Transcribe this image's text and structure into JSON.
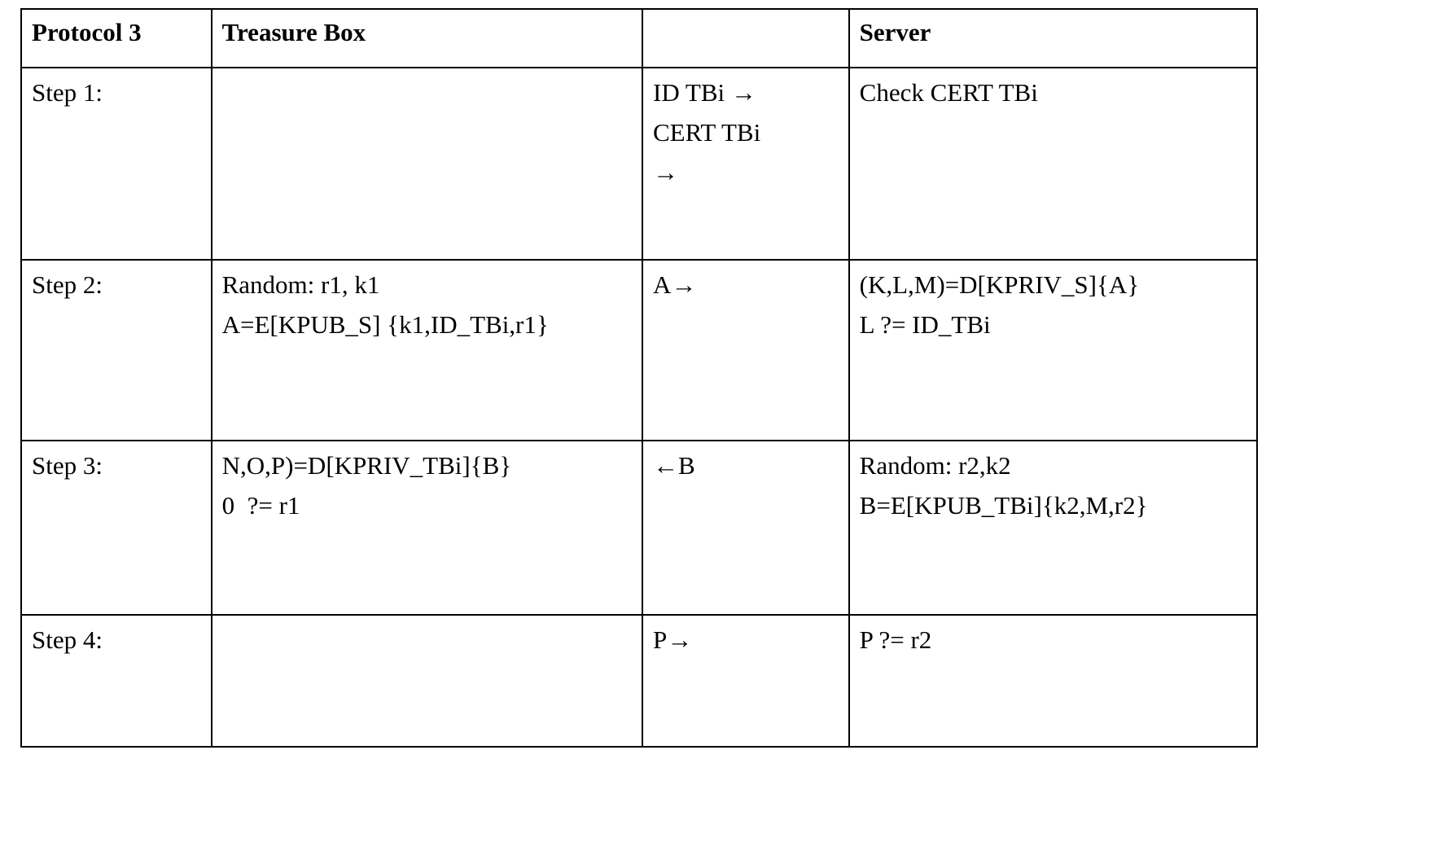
{
  "table": {
    "title": "Protocol 3",
    "headers": [
      {
        "label": "Protocol 3",
        "name": "header-protocol"
      },
      {
        "label": "Treasure Box",
        "name": "header-treasure-box"
      },
      {
        "label": "",
        "name": "header-message"
      },
      {
        "label": "Server",
        "name": "header-server"
      }
    ],
    "rows": [
      {
        "step": "Step 1:",
        "treasure_box": [],
        "message": [
          "ID TBi →",
          "CERT TBi",
          "→"
        ],
        "server": [
          "Check CERT TBi"
        ]
      },
      {
        "step": "Step 2:",
        "treasure_box": [
          "Random: r1, k1",
          "A=E[KPUB_S] {k1,ID_TBi,r1}"
        ],
        "message": [
          "A→"
        ],
        "server": [
          "(K,L,M)=D[KPRIV_S]{A}",
          "L ?= ID_TBi"
        ]
      },
      {
        "step": "Step 3:",
        "treasure_box": [
          "N,O,P)=D[KPRIV_TBi]{B}",
          "0  ?= r1"
        ],
        "message": [
          "←B"
        ],
        "server": [
          "Random: r2,k2",
          "B=E[KPUB_TBi]{k2,M,r2}"
        ]
      },
      {
        "step": "Step 4:",
        "treasure_box": [],
        "message": [
          "P→"
        ],
        "server": [
          "P ?= r2"
        ]
      }
    ]
  },
  "colors": {
    "border": "#000000",
    "text": "#000000",
    "background": "#ffffff"
  }
}
